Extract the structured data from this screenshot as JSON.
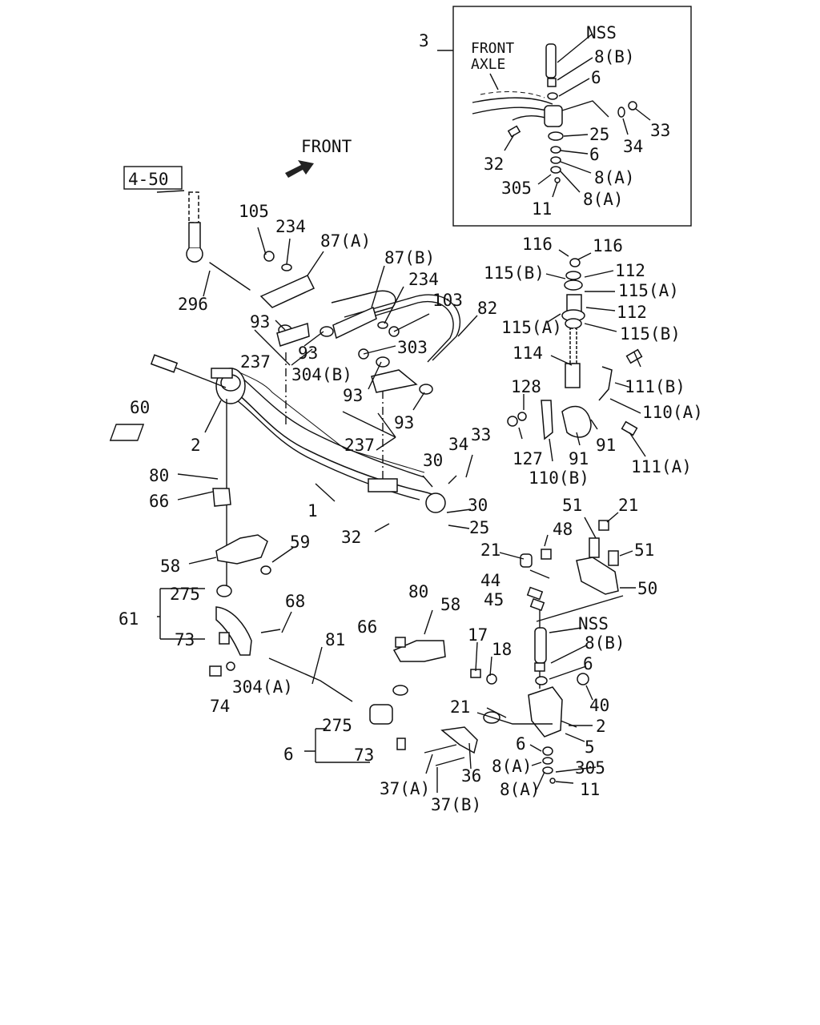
{
  "diagram": {
    "reference_box": "4-50",
    "front_arrow_label": "FRONT",
    "inset": {
      "callout": "3",
      "caption_line1": "FRONT",
      "caption_line2": "AXLE",
      "labels": [
        "NSS",
        "8(B)",
        "6",
        "33",
        "34",
        "25",
        "6",
        "8(A)",
        "8(A)",
        "32",
        "305",
        "11"
      ]
    },
    "labels": [
      "105",
      "234",
      "87(A)",
      "296",
      "87(B)",
      "234",
      "103",
      "82",
      "93",
      "93",
      "303",
      "237",
      "304(B)",
      "60",
      "93",
      "93",
      "237",
      "2",
      "80",
      "66",
      "30",
      "34",
      "33",
      "1",
      "30",
      "32",
      "25",
      "58",
      "59",
      "275",
      "61",
      "73",
      "68",
      "74",
      "304(A)",
      "81",
      "80",
      "66",
      "58",
      "275",
      "6",
      "73",
      "37(A)",
      "37(B)",
      "36",
      "17",
      "18",
      "21",
      "116",
      "116",
      "115(B)",
      "112",
      "115(A)",
      "112",
      "115(A)",
      "115(B)",
      "114",
      "111(B)",
      "128",
      "110(A)",
      "127",
      "91",
      "91",
      "110(B)",
      "111(A)",
      "51",
      "21",
      "48",
      "21",
      "51",
      "44",
      "50",
      "45",
      "NSS",
      "8(B)",
      "6",
      "40",
      "2",
      "5",
      "6",
      "8(A)",
      "305",
      "8(A)",
      "11"
    ]
  }
}
